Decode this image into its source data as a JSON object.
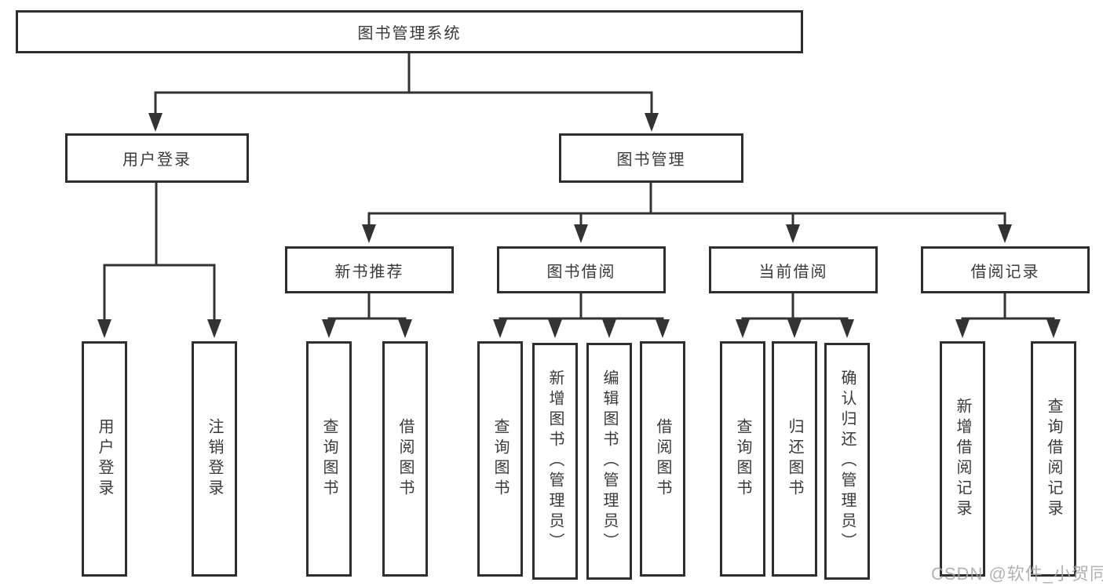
{
  "tree": {
    "label": "图书管理系统",
    "children": [
      {
        "label": "用户登录",
        "children": [
          {
            "label": "用户登录"
          },
          {
            "label": "注销登录"
          }
        ]
      },
      {
        "label": "图书管理",
        "children": [
          {
            "label": "新书推荐",
            "children": [
              {
                "label": "查询图书"
              },
              {
                "label": "借阅图书"
              }
            ]
          },
          {
            "label": "图书借阅",
            "children": [
              {
                "label": "查询图书"
              },
              {
                "label": "新增图书（管理员）"
              },
              {
                "label": "编辑图书（管理员）"
              },
              {
                "label": "借阅图书"
              }
            ]
          },
          {
            "label": "当前借阅",
            "children": [
              {
                "label": "查询图书"
              },
              {
                "label": "归还图书"
              },
              {
                "label": "确认归还（管理员）"
              }
            ]
          },
          {
            "label": "借阅记录",
            "children": [
              {
                "label": "新增借阅记录"
              },
              {
                "label": "查询借阅记录"
              }
            ]
          }
        ]
      }
    ]
  },
  "watermark": {
    "text": "CSDN @软件_小贺同学"
  },
  "colors": {
    "line": "#333333",
    "box_border": "#2e2e2e",
    "text": "#3a3a3a",
    "watermark": "#a5a5a5",
    "background": "#ffffff"
  }
}
